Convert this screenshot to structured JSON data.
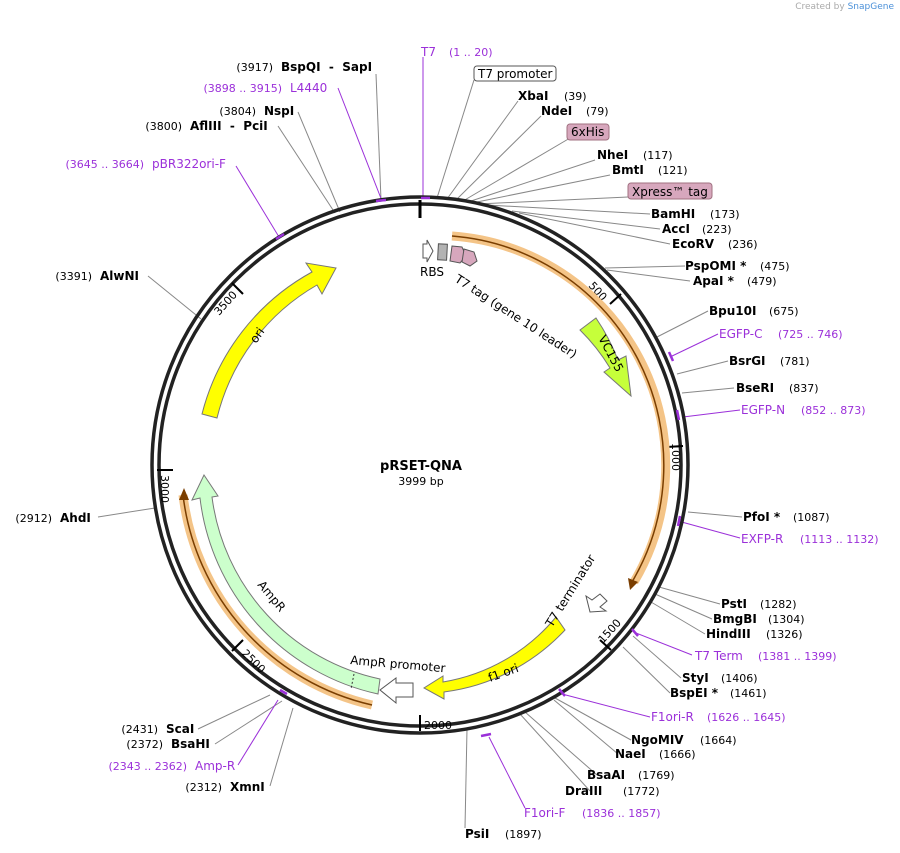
{
  "credit": {
    "prefix": "Created by",
    "brand": "SnapGene"
  },
  "plasmid": {
    "name": "pRSET-QNA",
    "length": "3999 bp"
  },
  "ticks": [
    "500",
    "1000",
    "1500",
    "2000",
    "2500",
    "3000",
    "3500"
  ],
  "features": [
    {
      "name": "ori",
      "type": "rep_origin",
      "color": "#ffff00"
    },
    {
      "name": "VC155",
      "type": "cds",
      "color": "#c6ff3a"
    },
    {
      "name": "AmpR",
      "type": "cds",
      "color": "#ccffcc"
    },
    {
      "name": "f1 ori",
      "type": "rep_origin",
      "color": "#ffff00"
    },
    {
      "name": "AmpR promoter",
      "type": "promoter",
      "color": "#ffffff"
    },
    {
      "name": "T7 terminator",
      "type": "terminator",
      "color": "#ffffff"
    },
    {
      "name": "RBS",
      "type": "rbs",
      "color": "#ffffff"
    },
    {
      "name": "T7 tag (gene 10 leader)",
      "type": "tag",
      "color": "#b3b3b3"
    },
    {
      "name": "T7 promoter",
      "type": "promoter",
      "color": "#ffffff"
    },
    {
      "name": "6xHis",
      "type": "tag",
      "color": "#d7a7bd"
    },
    {
      "name": "Xpress™ tag",
      "type": "tag",
      "color": "#d7a7bd"
    }
  ],
  "labels": {
    "top": [
      {
        "kind": "primer",
        "name": "T7",
        "pos": "(1 .. 20)"
      },
      {
        "kind": "box",
        "name": "T7 promoter"
      },
      {
        "kind": "enzyme",
        "name": "XbaI",
        "pos": "(39)"
      },
      {
        "kind": "enzyme",
        "name": "NdeI",
        "pos": "(79)"
      },
      {
        "kind": "tag",
        "name": "6xHis"
      },
      {
        "kind": "enzyme",
        "name": "NheI",
        "pos": "(117)"
      },
      {
        "kind": "enzyme",
        "name": "BmtI",
        "pos": "(121)"
      },
      {
        "kind": "tag",
        "name": "Xpress™ tag"
      },
      {
        "kind": "enzyme",
        "name": "BamHI",
        "pos": "(173)"
      },
      {
        "kind": "enzyme",
        "name": "AccI",
        "pos": "(223)"
      },
      {
        "kind": "enzyme",
        "name": "EcoRV",
        "pos": "(236)"
      }
    ],
    "right": [
      {
        "kind": "enzyme",
        "name": "PspOMI *",
        "pos": "(475)"
      },
      {
        "kind": "enzyme",
        "name": "ApaI *",
        "pos": "(479)"
      },
      {
        "kind": "enzyme",
        "name": "Bpu10I",
        "pos": "(675)"
      },
      {
        "kind": "primer",
        "name": "EGFP-C",
        "pos": "(725 .. 746)"
      },
      {
        "kind": "enzyme",
        "name": "BsrGI",
        "pos": "(781)"
      },
      {
        "kind": "enzyme",
        "name": "BseRI",
        "pos": "(837)"
      },
      {
        "kind": "primer",
        "name": "EGFP-N",
        "pos": "(852 .. 873)"
      },
      {
        "kind": "enzyme",
        "name": "PfoI *",
        "pos": "(1087)"
      },
      {
        "kind": "primer",
        "name": "EXFP-R",
        "pos": "(1113 .. 1132)"
      },
      {
        "kind": "enzyme",
        "name": "PstI",
        "pos": "(1282)"
      },
      {
        "kind": "enzyme",
        "name": "BmgBI",
        "pos": "(1304)"
      },
      {
        "kind": "enzyme",
        "name": "HindIII",
        "pos": "(1326)"
      },
      {
        "kind": "primer",
        "name": "T7 Term",
        "pos": "(1381 .. 1399)"
      },
      {
        "kind": "enzyme",
        "name": "StyI",
        "pos": "(1406)"
      },
      {
        "kind": "enzyme",
        "name": "BspEI *",
        "pos": "(1461)"
      },
      {
        "kind": "primer",
        "name": "F1ori-R",
        "pos": "(1626 .. 1645)"
      },
      {
        "kind": "enzyme",
        "name": "NgoMIV",
        "pos": "(1664)"
      },
      {
        "kind": "enzyme",
        "name": "NaeI",
        "pos": "(1666)"
      },
      {
        "kind": "enzyme",
        "name": "BsaAI",
        "pos": "(1769)"
      },
      {
        "kind": "enzyme",
        "name": "DraIII",
        "pos": "(1772)"
      },
      {
        "kind": "primer",
        "name": "F1ori-F",
        "pos": "(1836 .. 1857)"
      },
      {
        "kind": "enzyme",
        "name": "PsiI",
        "pos": "(1897)"
      }
    ],
    "left": [
      {
        "kind": "enzyme",
        "name": "BspQI  -  SapI",
        "pos": "(3917)"
      },
      {
        "kind": "primer",
        "name": "L4440",
        "pos": "(3898 .. 3915)"
      },
      {
        "kind": "enzyme",
        "name": "NspI",
        "pos": "(3804)"
      },
      {
        "kind": "enzyme",
        "name": "AflIII  -  PciI",
        "pos": "(3800)"
      },
      {
        "kind": "primer",
        "name": "pBR322ori-F",
        "pos": "(3645 .. 3664)"
      },
      {
        "kind": "enzyme",
        "name": "AlwNI",
        "pos": "(3391)"
      },
      {
        "kind": "enzyme",
        "name": "AhdI",
        "pos": "(2912)"
      },
      {
        "kind": "enzyme",
        "name": "ScaI",
        "pos": "(2431)"
      },
      {
        "kind": "enzyme",
        "name": "BsaHI",
        "pos": "(2372)"
      },
      {
        "kind": "primer",
        "name": "Amp-R",
        "pos": "(2343 .. 2362)"
      },
      {
        "kind": "enzyme",
        "name": "XmnI",
        "pos": "(2312)"
      }
    ]
  }
}
